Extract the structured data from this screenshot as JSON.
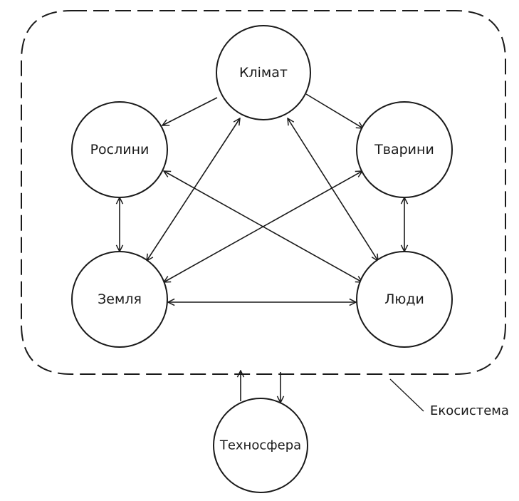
{
  "diagram": {
    "boundary_label": "Екосистема",
    "nodes": {
      "climate": "Клімат",
      "plants": "Рослини",
      "animals": "Тварини",
      "earth": "Земля",
      "people": "Люди",
      "technosphere": "Техносфера"
    },
    "edges": [
      {
        "from": "climate",
        "to": "plants",
        "direction": "one-way"
      },
      {
        "from": "climate",
        "to": "animals",
        "direction": "one-way"
      },
      {
        "from": "climate",
        "to": "earth",
        "direction": "both"
      },
      {
        "from": "climate",
        "to": "people",
        "direction": "both"
      },
      {
        "from": "plants",
        "to": "earth",
        "direction": "both"
      },
      {
        "from": "plants",
        "to": "people",
        "direction": "both"
      },
      {
        "from": "animals",
        "to": "earth",
        "direction": "both"
      },
      {
        "from": "animals",
        "to": "people",
        "direction": "both"
      },
      {
        "from": "earth",
        "to": "people",
        "direction": "both"
      },
      {
        "from": "technosphere",
        "to": "ecosystem",
        "direction": "one-way"
      },
      {
        "from": "ecosystem",
        "to": "technosphere",
        "direction": "one-way"
      }
    ]
  }
}
